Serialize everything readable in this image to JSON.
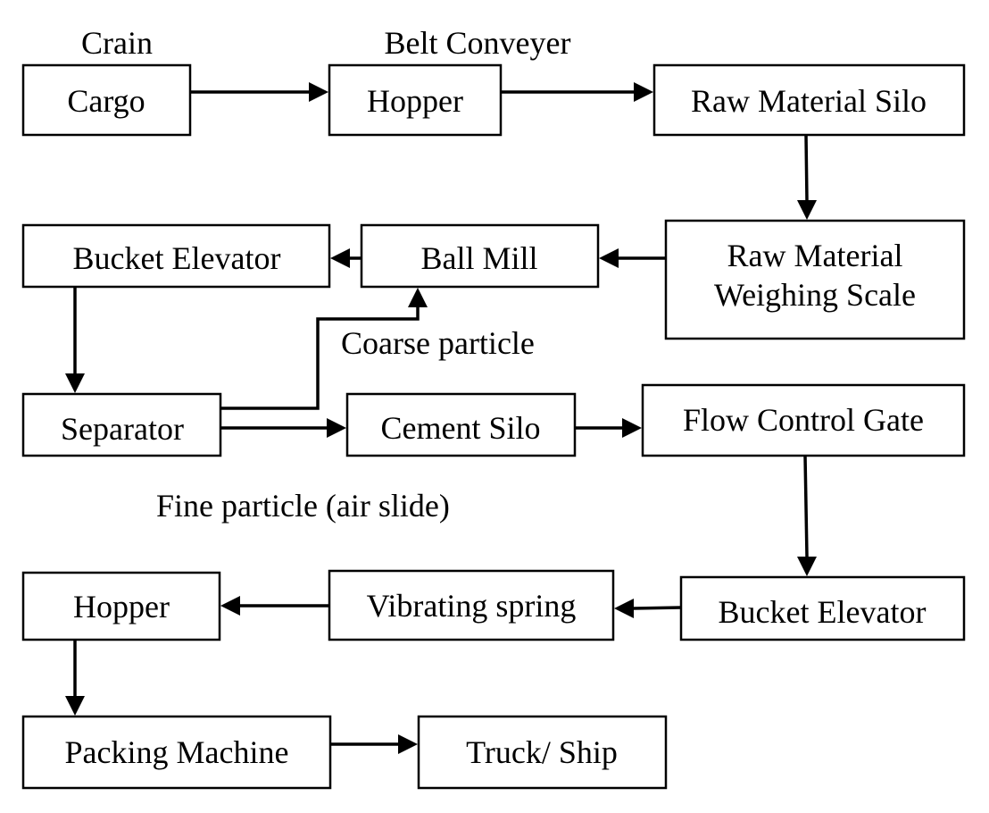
{
  "nodes": {
    "cargo": "Cargo",
    "hopper_top": "Hopper",
    "raw_material_silo": "Raw Material Silo",
    "raw_material_weighing_scale_line1": "Raw Material",
    "raw_material_weighing_scale_line2": "Weighing Scale",
    "ball_mill": "Ball Mill",
    "bucket_elevator_left": "Bucket Elevator",
    "separator": "Separator",
    "cement_silo": "Cement Silo",
    "flow_control_gate": "Flow Control Gate",
    "bucket_elevator_right": "Bucket Elevator",
    "vibrating_spring": "Vibrating spring",
    "hopper_bottom": "Hopper",
    "packing_machine": "Packing Machine",
    "truck_ship": "Truck/ Ship"
  },
  "labels": {
    "crain": "Crain",
    "belt_conveyer": "Belt Conveyer",
    "coarse_particle": "Coarse particle",
    "fine_particle": "Fine particle (air slide)"
  }
}
